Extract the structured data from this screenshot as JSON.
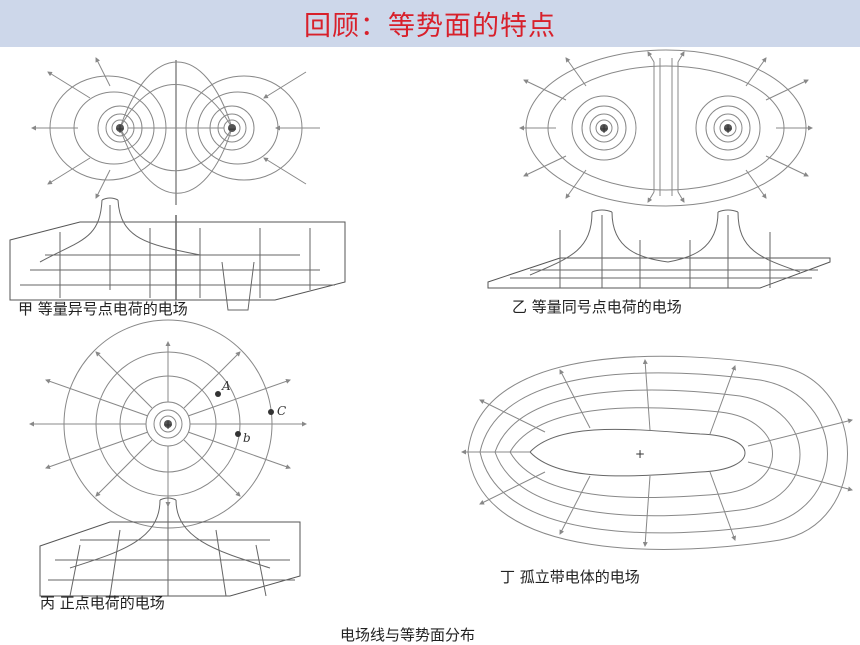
{
  "page": {
    "title": "回顾：等势面的特点"
  },
  "panels": {
    "jia": {
      "caption": "甲  等量异号点电荷的电场",
      "charges": [
        "+",
        "−"
      ]
    },
    "yi": {
      "caption": "乙  等量同号点电荷的电场",
      "charges": [
        "+",
        "+"
      ]
    },
    "bing": {
      "caption": "丙    正点电荷的电场",
      "charges": [
        "+"
      ],
      "points": [
        "A",
        "C",
        "b"
      ]
    },
    "ding": {
      "caption": "丁  孤立带电体的电场",
      "charges": [
        "+"
      ]
    }
  },
  "figure_caption": "电场线与等势面分布",
  "colors": {
    "title": "#d8202b",
    "title_bg": "#cdd7ea",
    "lines": "#7a7a7a"
  }
}
